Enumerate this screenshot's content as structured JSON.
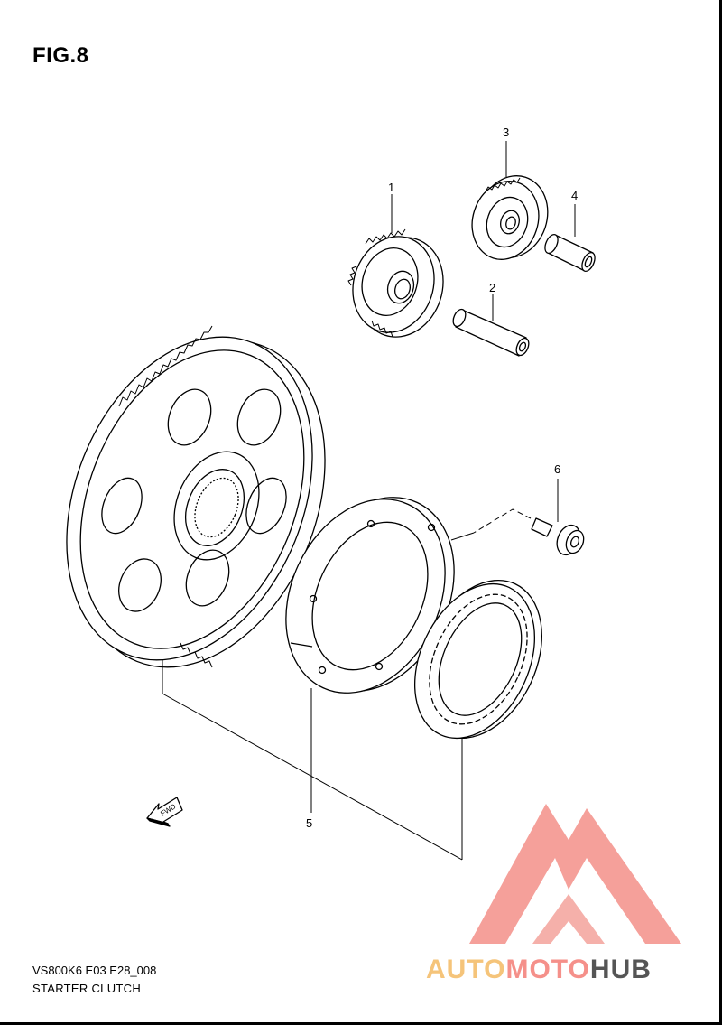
{
  "figure": {
    "title": "FIG.8",
    "code": "VS800K6 E03 E28_008",
    "caption": "STARTER CLUTCH"
  },
  "callouts": [
    {
      "label": "1",
      "part": "starter idle gear no.1"
    },
    {
      "label": "2",
      "part": "shaft"
    },
    {
      "label": "3",
      "part": "starter idle gear no.2"
    },
    {
      "label": "4",
      "part": "shaft"
    },
    {
      "label": "5",
      "part": "starter clutch assy"
    },
    {
      "label": "6",
      "part": "bolt"
    }
  ],
  "direction_marker": "FWD",
  "watermark": {
    "text": "AUTOMOTOHUB",
    "colors": {
      "primary": "#f5908a",
      "secondary": "#f5c47a",
      "dark": "#555555"
    }
  }
}
